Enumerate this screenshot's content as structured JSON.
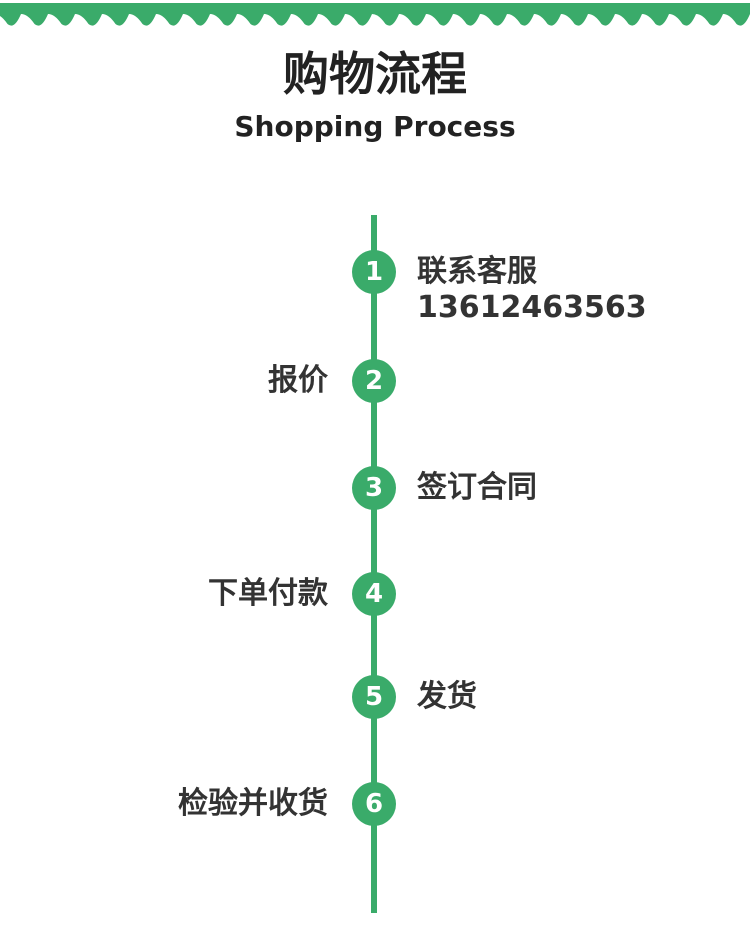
{
  "header": {
    "title": "购物流程",
    "subtitle": "Shopping Process"
  },
  "colors": {
    "accent": "#3aab6a"
  },
  "steps": [
    {
      "number": "1",
      "label": "联系客服",
      "phone": "13612463563",
      "side": "right"
    },
    {
      "number": "2",
      "label": "报价",
      "side": "left"
    },
    {
      "number": "3",
      "label": "签订合同",
      "side": "right"
    },
    {
      "number": "4",
      "label": "下单付款",
      "side": "left"
    },
    {
      "number": "5",
      "label": "发货",
      "side": "right"
    },
    {
      "number": "6",
      "label": "检验并收货",
      "side": "left"
    }
  ]
}
